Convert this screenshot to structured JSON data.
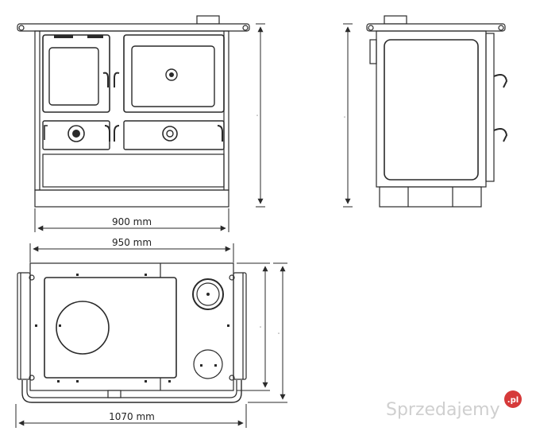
{
  "dimensions": {
    "width_top": "900 mm",
    "width_mid": "950 mm",
    "width_total": "1070 mm",
    "front_height_mark": "\"",
    "side_height_mark": "\"",
    "top_depth_inner_mark": "\"",
    "top_depth_outer_mark": "\""
  },
  "watermark": {
    "text": "Sprzedajemy",
    "badge": ".pl"
  },
  "colors": {
    "line": "#2a2a2a",
    "watermark_badge": "#d63a3a",
    "watermark_text": "#cfcfcf"
  }
}
